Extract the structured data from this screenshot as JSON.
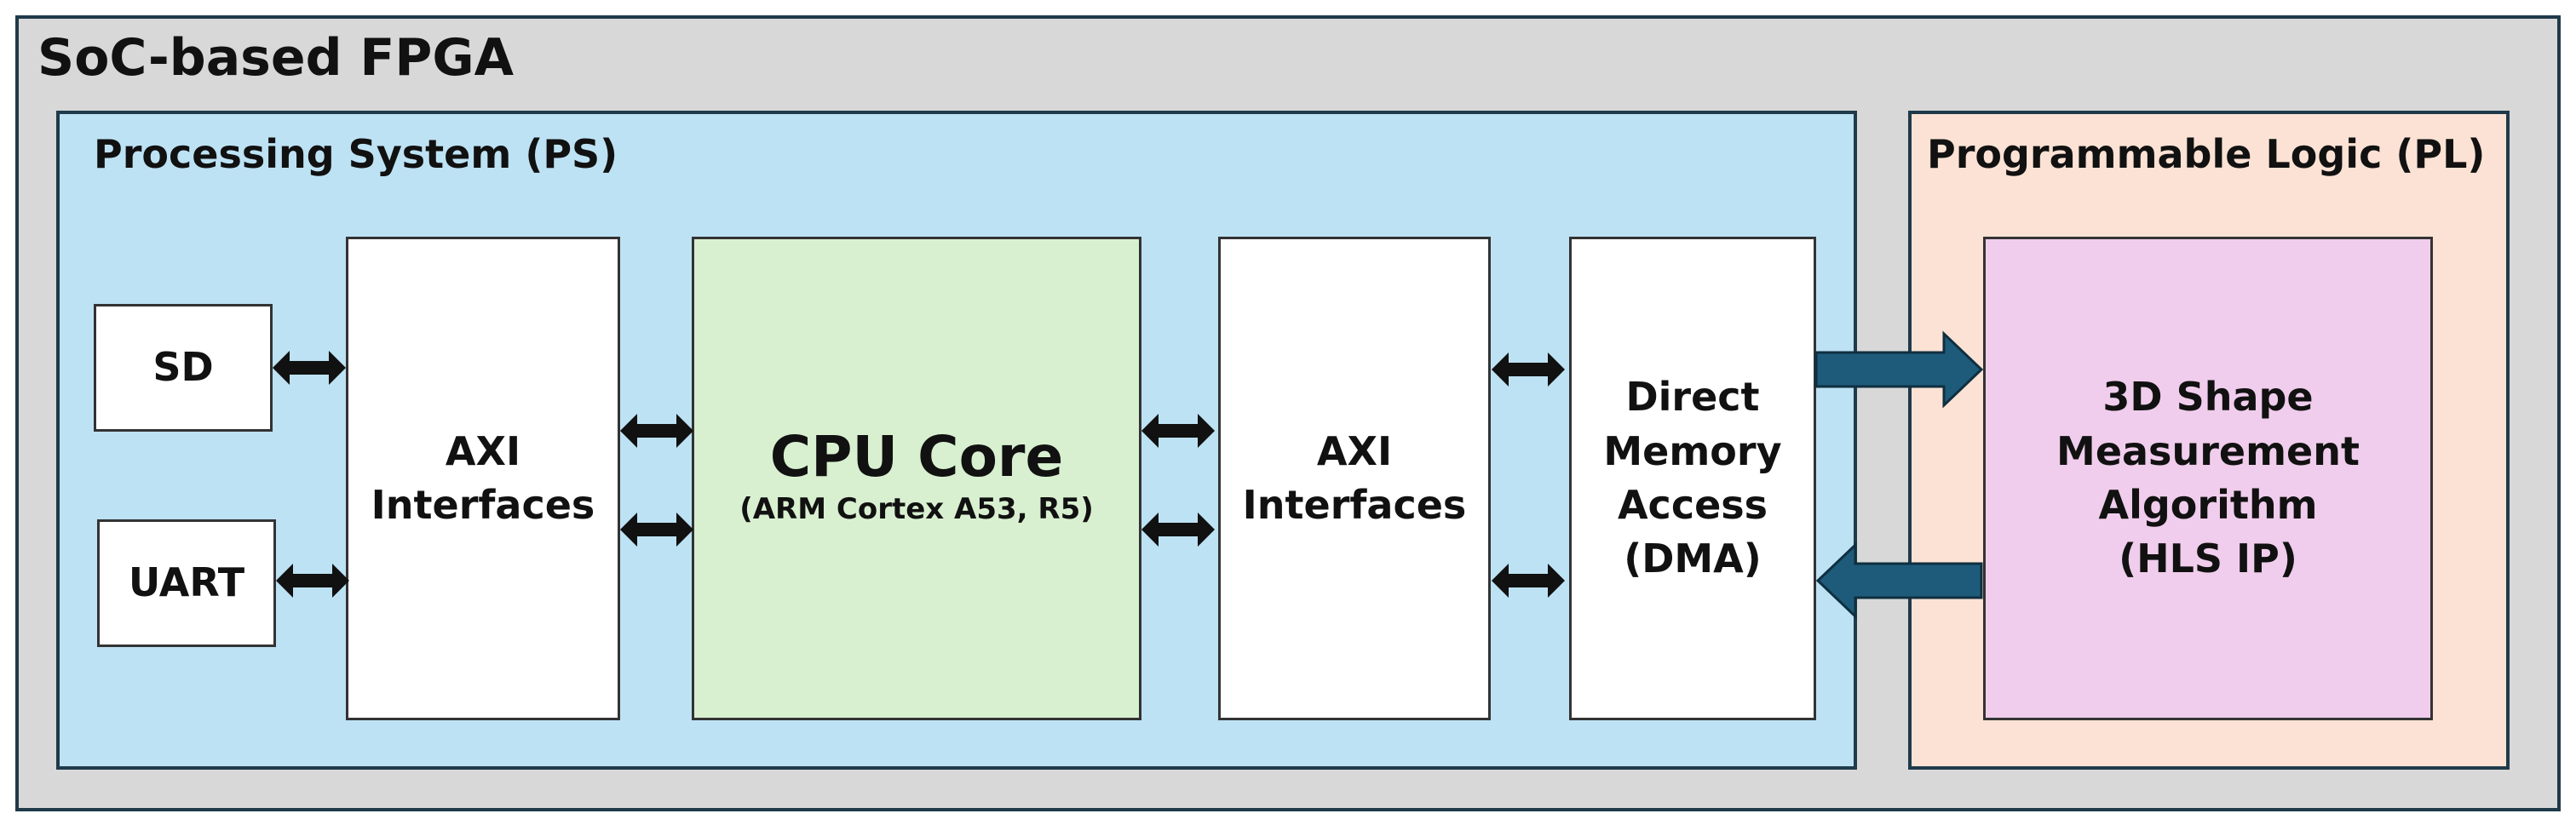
{
  "titles": {
    "main": "SoC-based FPGA",
    "ps": "Processing System (PS)",
    "pl": "Programmable Logic (PL)"
  },
  "blocks": {
    "sd": "SD",
    "uart": "UART",
    "axi_left": [
      "AXI",
      "Interfaces"
    ],
    "cpu": {
      "main": "CPU Core",
      "sub": "(ARM Cortex A53, R5)"
    },
    "axi_right": [
      "AXI",
      "Interfaces"
    ],
    "dma": [
      "Direct",
      "Memory",
      "Access",
      "(DMA)"
    ],
    "hls": [
      "3D Shape",
      "Measurement",
      "Algorithm",
      "(HLS IP)"
    ]
  },
  "colors": {
    "outer_bg": "#d8d8d8",
    "ps_bg": "#bde2f4",
    "pl_bg": "#fbe2d4",
    "cpu_bg": "#d8f0d0",
    "hls_bg": "#f0cdec",
    "data_arrow": "#1e5b7a",
    "border": "#1f3a4a"
  }
}
